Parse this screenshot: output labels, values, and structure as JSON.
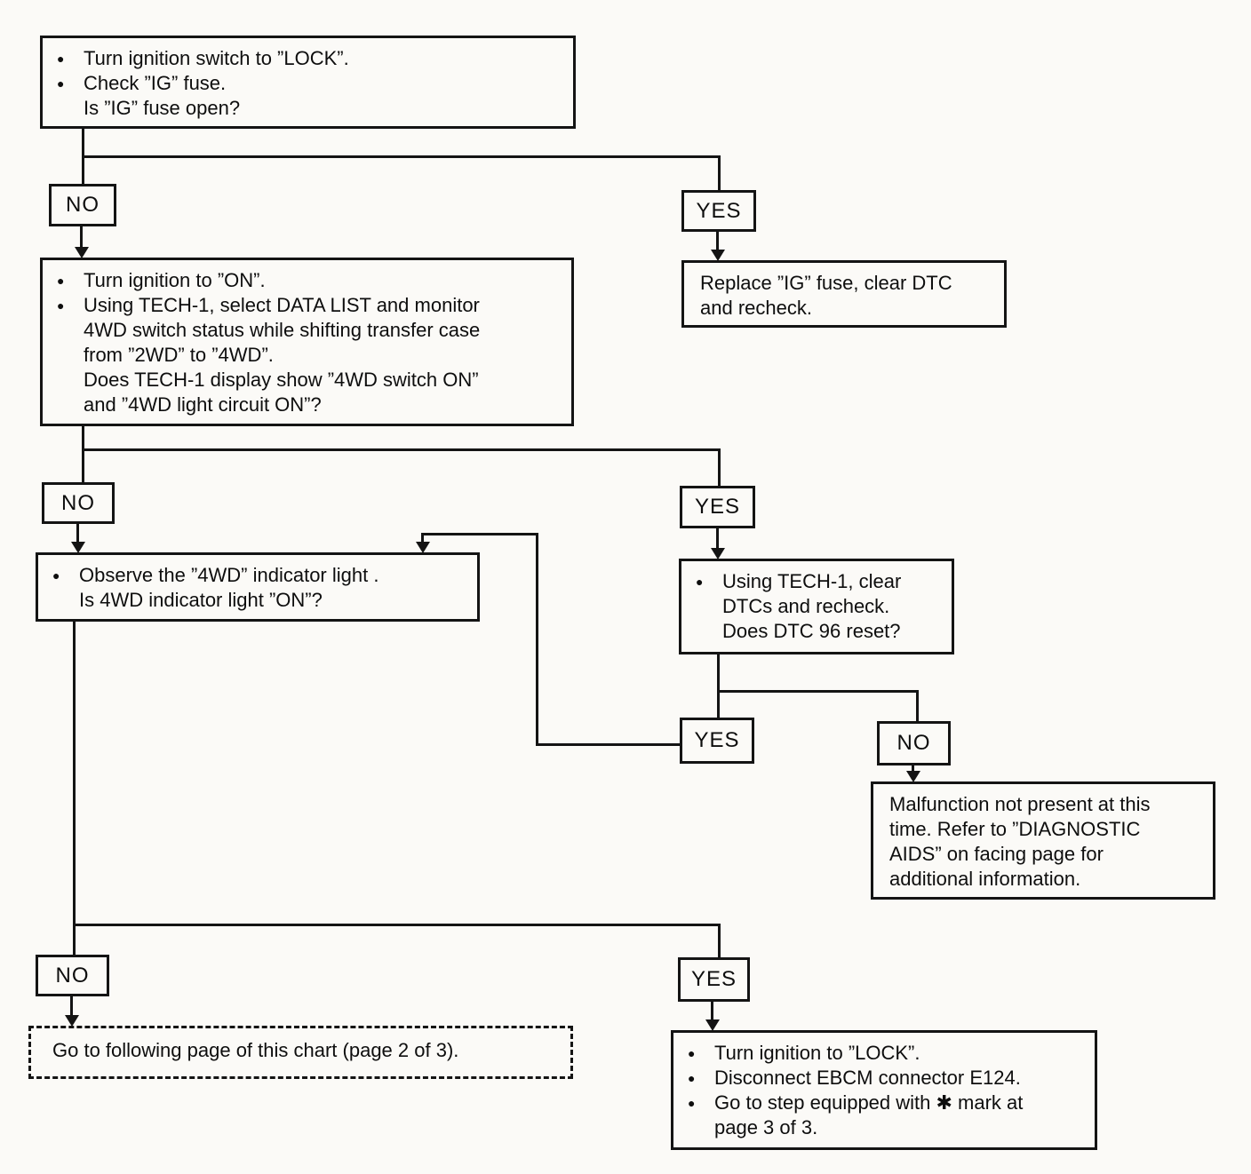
{
  "labels": {
    "no": "NO",
    "yes": "YES"
  },
  "glyphs": {
    "bullet": "●"
  },
  "nodes": {
    "check_fuse": {
      "lines": [
        {
          "text": "Turn ignition switch to ”LOCK”."
        },
        {
          "text": "Check ”IG” fuse."
        },
        {
          "text": "Is ”IG” fuse open?"
        }
      ]
    },
    "monitor_switch": {
      "lines": [
        {
          "text": "Turn ignition to ”ON”."
        },
        {
          "text": "Using TECH-1, select DATA LIST and monitor"
        },
        {
          "text": "4WD switch status while shifting transfer case"
        },
        {
          "text": "from ”2WD” to ”4WD”."
        },
        {
          "text": "Does TECH-1 display show ”4WD switch ON”"
        },
        {
          "text": "and ”4WD light circuit ON”?"
        }
      ]
    },
    "replace_fuse": {
      "lines": [
        {
          "text": "Replace ”IG” fuse, clear DTC"
        },
        {
          "text": "and recheck."
        }
      ]
    },
    "observe_light": {
      "lines": [
        {
          "text": "Observe the ”4WD” indicator light ."
        },
        {
          "text": "Is 4WD indicator light ”ON”?"
        }
      ]
    },
    "clear_dtc": {
      "lines": [
        {
          "text": "Using TECH-1, clear"
        },
        {
          "text": "DTCs and recheck."
        },
        {
          "text": "Does DTC 96 reset?"
        }
      ]
    },
    "malfunction": {
      "lines": [
        {
          "text": "Malfunction not present at this"
        },
        {
          "text": "time. Refer to ”DIAGNOSTIC"
        },
        {
          "text": "AIDS” on facing page for"
        },
        {
          "text": "additional information."
        }
      ]
    },
    "goto_page2": {
      "text": "Go to following page of this chart (page 2 of 3)."
    },
    "final_step": {
      "lines": [
        {
          "text": "Turn ignition to ”LOCK”."
        },
        {
          "text": "Disconnect EBCM connector E124."
        },
        {
          "text": "Go to step equipped with ✱ mark at"
        },
        {
          "text": "page 3 of 3."
        }
      ]
    }
  }
}
